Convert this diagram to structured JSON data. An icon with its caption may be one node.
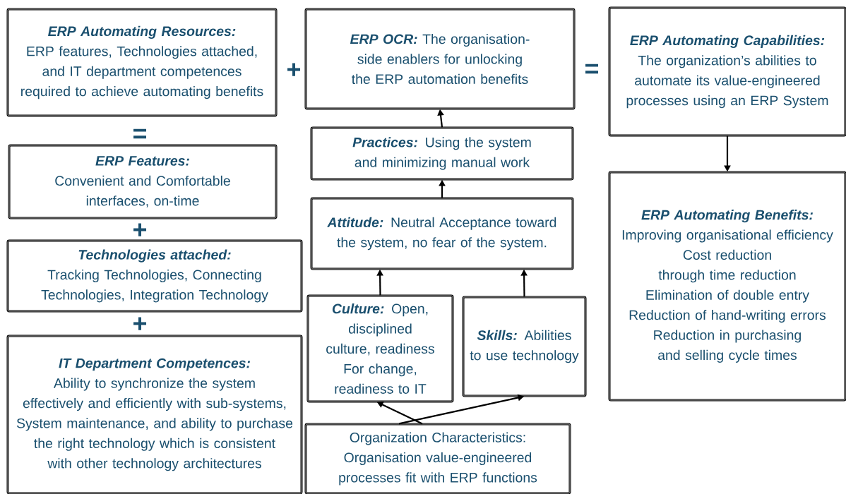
{
  "diagram": {
    "nodes": [
      {
        "text": [
          "ERP Automating Resources:",
          "ERP features, Technologies attached, and IT department competences required to achieve automating benefits"
        ]
      },
      {
        "text": [
          "ERP OCR:",
          "The organisation-side enablers for unlocking the ERP automation benefits"
        ]
      },
      {
        "text": [
          "ERP Automating Capabilities:",
          "The organization’s abilities to automate its value-engineered processes using an ERP System"
        ]
      },
      {
        "text": [
          "ERP Features:",
          "Convenient and Comfortable interfaces, on-time"
        ]
      },
      {
        "text": [
          "Practices:",
          "Using the system and minimizing manual work"
        ]
      },
      {
        "text": [
          "Attitude:",
          "Neutral Acceptance toward the system, no fear of the system."
        ]
      },
      {
        "text": [
          "ERP Automating Benefits:",
          "Improving organisational efficiency",
          "Cost reduction through time reduction",
          "Elimination of double entry",
          "Reduction of hand-writing errors",
          "Reduction in purchasing and selling cycle times"
        ]
      },
      {
        "text": [
          "Technologies attached:",
          "Tracking Technologies, Connecting Technologies, Integration Technology"
        ]
      },
      {
        "text": [
          "Culture:",
          "Open, disciplined culture, readiness For change, readiness to IT"
        ]
      },
      {
        "text": [
          "Skills:",
          "Abilities to use technology"
        ]
      },
      {
        "text": [
          "IT Department Competences:",
          "Ability to synchronize the system effectively and efficiently with sub-systems,",
          "System maintenance, and ability to purchase the right technology which is consistent with other technology architectures"
        ]
      },
      {
        "text": [
          "Organization Characteristics: Organisation value-engineered processes fit with ERP functions"
        ]
      }
    ],
    "edges": [
      {
        "from": 4,
        "to": 1,
        "arrow": "to"
      },
      {
        "from": 5,
        "to": 4,
        "arrow": "to"
      },
      {
        "from": 8,
        "to": 5,
        "arrow": "to"
      },
      {
        "from": 9,
        "to": 5,
        "arrow": "to"
      },
      {
        "from": 11,
        "to": 8,
        "arrow": "to"
      },
      {
        "from": 11,
        "to": 9,
        "arrow": "to"
      },
      {
        "from": 2,
        "to": 6,
        "arrow": "to"
      }
    ],
    "labels": [
      "+",
      "=",
      "=",
      "+",
      "+"
    ]
  }
}
